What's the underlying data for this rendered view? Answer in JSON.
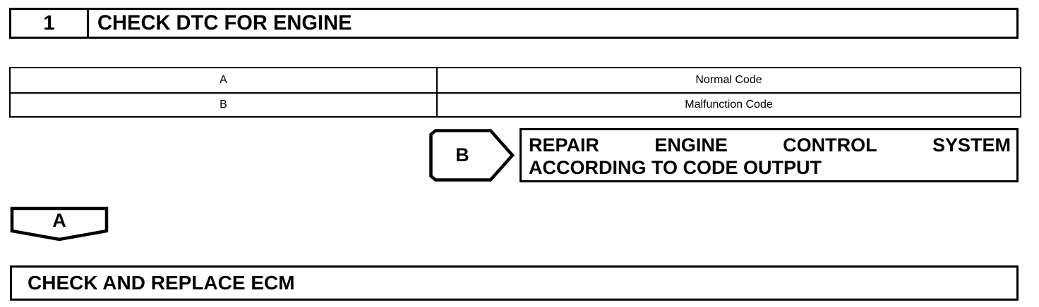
{
  "document": {
    "type": "diagnostic-flowchart",
    "colors": {
      "ink": "#000000",
      "paper": "#ffffff"
    }
  },
  "step_header": {
    "number": "1",
    "title": "CHECK DTC FOR ENGINE"
  },
  "result_table": {
    "rows": [
      {
        "key": "A",
        "value": "Normal Code"
      },
      {
        "key": "B",
        "value": "Malfunction Code"
      }
    ]
  },
  "branch_b": {
    "tag": "B",
    "action_line_1": [
      "REPAIR",
      "ENGINE",
      "CONTROL",
      "SYSTEM"
    ],
    "action_line_2": "ACCORDING TO CODE OUTPUT"
  },
  "branch_a": {
    "tag": "A"
  },
  "final_action": {
    "title": "CHECK AND REPLACE ECM"
  }
}
